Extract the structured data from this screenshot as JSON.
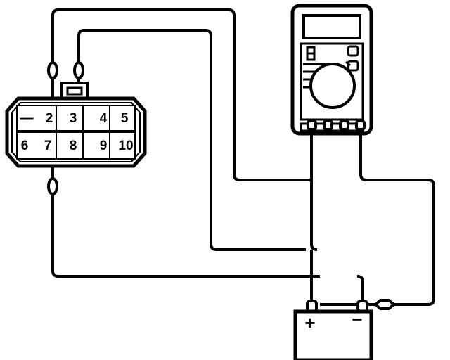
{
  "diagram": {
    "title": "Connector to multimeter and battery wiring test",
    "stroke_color": "#000000",
    "background_color": "#ffffff",
    "wire_width": 4
  },
  "connector": {
    "name": "10-pin wiring harness connector",
    "rows": [
      {
        "cells": [
          {
            "label": "—",
            "name": "pin-1"
          },
          {
            "label": "2",
            "name": "pin-2"
          },
          {
            "label": "3",
            "name": "pin-3"
          },
          {
            "label": "4",
            "name": "pin-4"
          },
          {
            "label": "5",
            "name": "pin-5"
          }
        ]
      },
      {
        "cells": [
          {
            "label": "6",
            "name": "pin-6"
          },
          {
            "label": "7",
            "name": "pin-7"
          },
          {
            "label": "8",
            "name": "pin-8"
          },
          {
            "label": "9",
            "name": "pin-9"
          },
          {
            "label": "10",
            "name": "pin-10"
          }
        ]
      }
    ],
    "probes": [
      {
        "name": "probe-tip-left-top"
      },
      {
        "name": "probe-tip-right-top"
      },
      {
        "name": "probe-tip-bottom"
      }
    ]
  },
  "multimeter": {
    "name": "digital multimeter",
    "display_value": "",
    "dial": {
      "name": "rotary-range-dial",
      "pointer": "upper-right"
    },
    "buttons": [
      {
        "name": "function-button-upper"
      },
      {
        "name": "function-button-lower"
      }
    ],
    "indicator": {
      "name": "mode-indicator"
    },
    "jacks": [
      {
        "name": "jack-1"
      },
      {
        "name": "jack-2"
      },
      {
        "name": "jack-3"
      },
      {
        "name": "jack-4"
      }
    ]
  },
  "battery": {
    "name": "12V battery",
    "positive_label": "+",
    "negative_label": "−",
    "terminals": [
      {
        "name": "positive-post"
      },
      {
        "name": "negative-post"
      }
    ]
  },
  "fuse": {
    "name": "inline-fuse"
  },
  "wires": [
    {
      "name": "wire-connector-probe-left-to-meter-jack-4"
    },
    {
      "name": "wire-connector-probe-right-to-meter-jack-1"
    },
    {
      "name": "wire-connector-probe-bottom-to-battery-positive"
    },
    {
      "name": "wire-meter-jack-4-to-battery-negative-via-fuse"
    },
    {
      "name": "wire-meter-jack-1-to-battery-positive"
    }
  ]
}
